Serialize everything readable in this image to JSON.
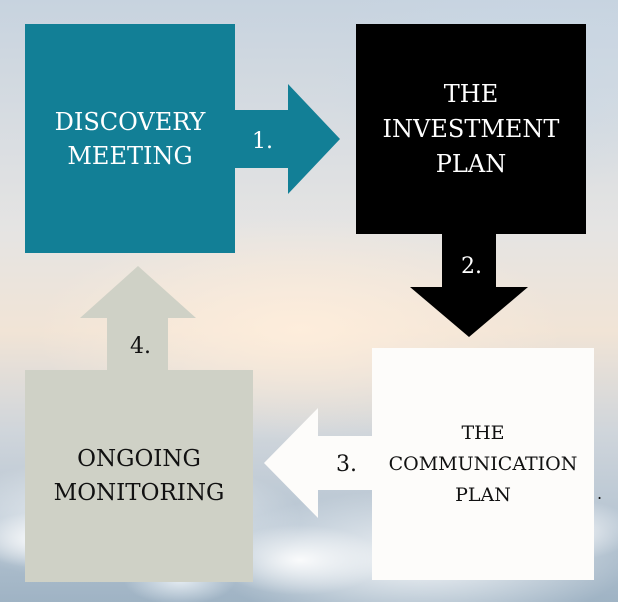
{
  "steps": [
    {
      "number": "1.",
      "label": "DISCOVERY\nMEETING"
    },
    {
      "number": "2.",
      "label": "THE\nINVESTMENT\nPLAN"
    },
    {
      "number": "3.",
      "label": "THE\nCOMMUNICATION\nPLAN"
    },
    {
      "number": "4.",
      "label": "ONGOING\nMONITORING"
    }
  ],
  "colors": {
    "step1": "#127f96",
    "step2": "#000000",
    "step3": "#fdfcfa",
    "step4": "#cfd1c6"
  }
}
